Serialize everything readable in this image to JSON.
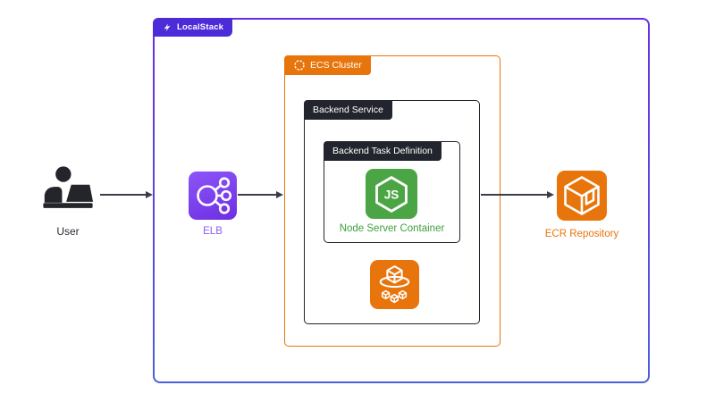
{
  "colors": {
    "ls_top": "#6B2BE2",
    "ls_bottom": "#4E5EDC",
    "purple_badge": "#4D2BD9",
    "purple_label": "#8B5CF6",
    "elb_top": "#8C55F8",
    "elb_bottom": "#6E2FE3",
    "orange": "#E8750C",
    "dark": "#23252E",
    "green": "#4CA544",
    "green_label": "#3FA03F",
    "arrow": "#3A3E47",
    "text": "#2B2E38"
  },
  "localstack": {
    "label": "LocalStack"
  },
  "ecs_cluster": {
    "label": "ECS Cluster"
  },
  "backend_service": {
    "label": "Backend Service"
  },
  "task_definition": {
    "label": "Backend Task Definition"
  },
  "user": {
    "label": "User"
  },
  "elb": {
    "label": "ELB"
  },
  "node_container": {
    "label": "Node Server Container"
  },
  "ecr": {
    "label": "ECR Repository"
  },
  "icons": {
    "localstack_logo": "localstack-bolt",
    "ecs_cluster_badge": "dashed-circle",
    "user": "person-at-laptop",
    "elb": "load-balancer-circles",
    "node": "nodejs-hexagon-js",
    "ecs_service": "ecs-cube-orbit",
    "ecr": "ecr-registry-cube"
  }
}
